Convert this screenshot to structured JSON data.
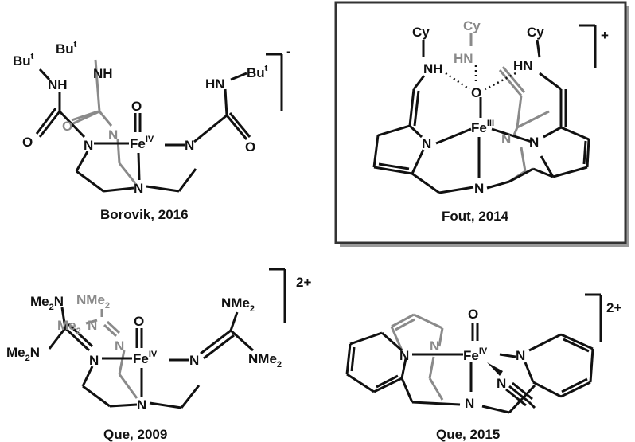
{
  "colors": {
    "black_bonds": "#111111",
    "gray_bonds": "#8a8a8a",
    "panel_border": "#333333",
    "panel_shadow": "#9a9a9a"
  },
  "structures": {
    "borovik": {
      "caption": "Borovik, 2016",
      "charge": "-",
      "labels": {
        "but_a": "Bu",
        "but_a_sup": "t",
        "but_b": "Bu",
        "but_b_sup": "t",
        "but_c": "Bu",
        "but_c_sup": "t",
        "nh_a": "NH",
        "nh_b": "NH",
        "hn_c": "HN",
        "o_a": "O",
        "o_b": "O",
        "o_c": "O",
        "o_oxo": "O",
        "n_left": "N",
        "n_mid": "N",
        "n_right": "N",
        "n_bottom": "N",
        "fe": "Fe",
        "fe_ox": "IV"
      }
    },
    "fout": {
      "caption": "Fout, 2014",
      "charge": "+",
      "labels": {
        "cy_left": "Cy",
        "cy_mid": "Cy",
        "cy_right": "Cy",
        "nh_left": "NH",
        "hn_mid": "HN",
        "hn_right": "HN",
        "o": "O",
        "n_left": "N",
        "n_mid": "N",
        "n_right": "N",
        "n_bottom": "N",
        "fe": "Fe",
        "fe_ox": "III"
      }
    },
    "que2009": {
      "caption": "Que, 2009",
      "charge": "2+",
      "labels": {
        "me2n_top": "Me",
        "me2n_top_sub": "2",
        "me2n_top_n": "N",
        "nme2_gray": "NMe",
        "nme2_gray_sub": "2",
        "me2_gray": "Me",
        "me2_gray_sub": "2",
        "n_gray": "N",
        "me2n_left": "Me",
        "me2n_left_sub": "2",
        "me2n_left_n": "N",
        "nme2_right_top": "NMe",
        "nme2_right_top_sub": "2",
        "nme2_right": "NMe",
        "nme2_right_sub": "2",
        "o": "O",
        "n_left": "N",
        "n_mid": "N",
        "n_right": "N",
        "n_bottom": "N",
        "fe": "Fe",
        "fe_ox": "IV"
      }
    },
    "que2015": {
      "caption": "Que, 2015",
      "charge": "2+",
      "labels": {
        "o": "O",
        "n_py1": "N",
        "n_py2": "N",
        "n_py3": "N",
        "n_nitrile": "N",
        "n_amine": "N",
        "fe": "Fe",
        "fe_ox": "IV"
      }
    }
  }
}
